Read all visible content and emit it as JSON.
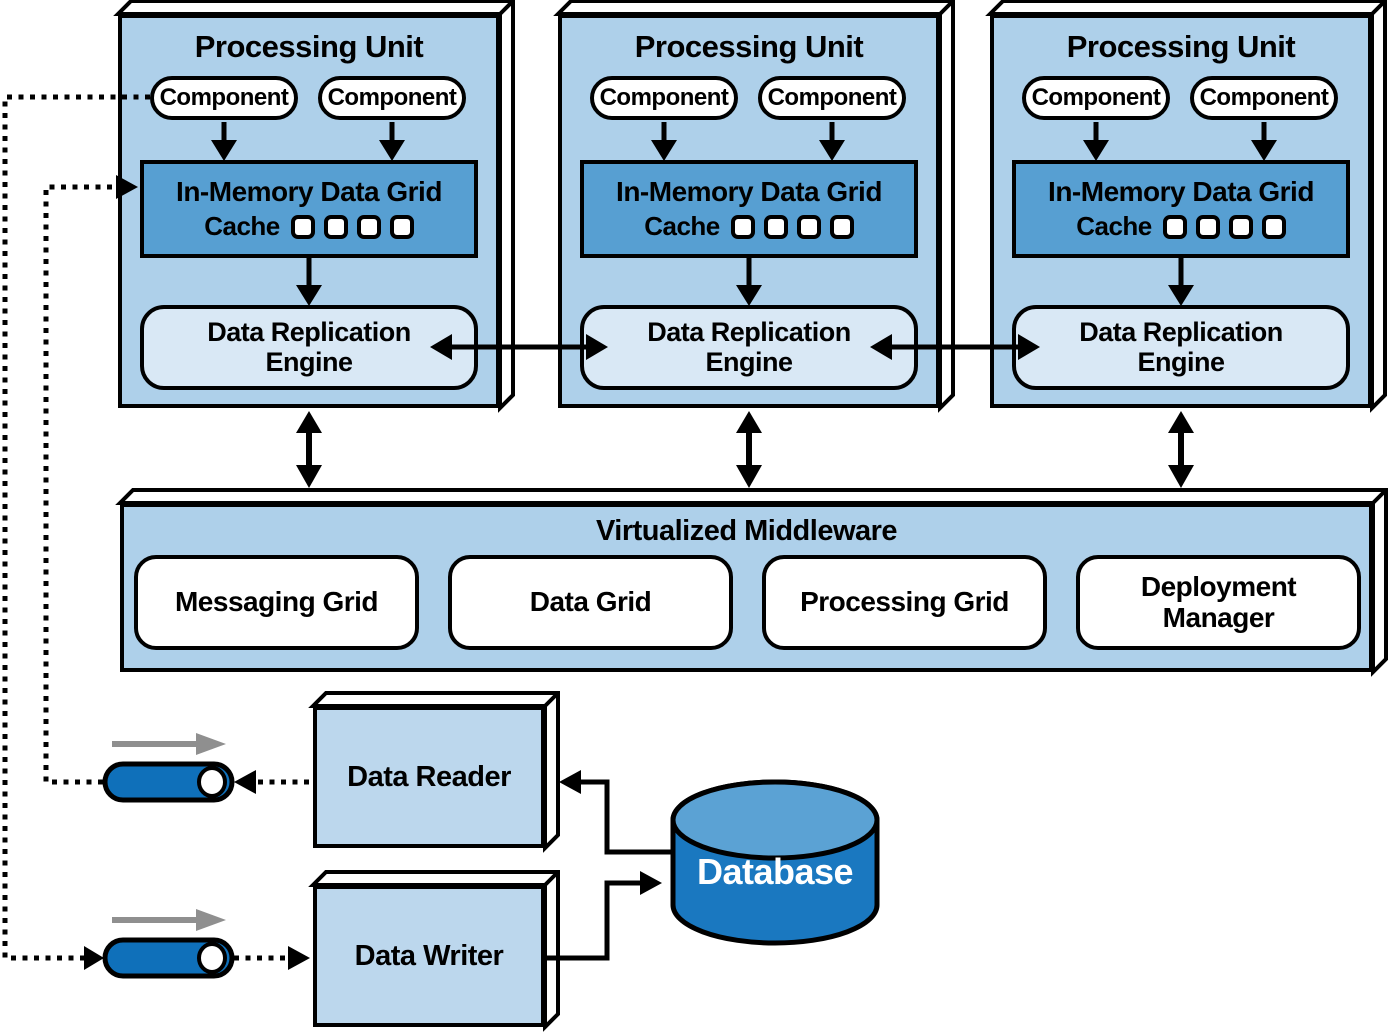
{
  "colors": {
    "light": "#aed0ea",
    "mid": "#579fd2",
    "pale": "#d9e8f5",
    "panel": "#bcd7ed",
    "pipe": "#0f70ba",
    "db-body": "#1a78c0",
    "db-top": "#5ba2d4",
    "arrow-gray": "#8f8f8f",
    "line-black": "#000000"
  },
  "processing_units": [
    {
      "title": "Processing Unit",
      "component_1": "Component",
      "component_2": "Component",
      "imdg_title": "In-Memory Data Grid",
      "cache_label": "Cache",
      "cache_slots": 4,
      "replication_engine": "Data Replication Engine"
    },
    {
      "title": "Processing Unit",
      "component_1": "Component",
      "component_2": "Component",
      "imdg_title": "In-Memory Data Grid",
      "cache_label": "Cache",
      "cache_slots": 4,
      "replication_engine": "Data Replication Engine"
    },
    {
      "title": "Processing Unit",
      "component_1": "Component",
      "component_2": "Component",
      "imdg_title": "In-Memory Data Grid",
      "cache_label": "Cache",
      "cache_slots": 4,
      "replication_engine": "Data Replication Engine"
    }
  ],
  "middleware": {
    "title": "Virtualized Middleware",
    "services": [
      "Messaging Grid",
      "Data Grid",
      "Processing Grid",
      "Deployment Manager"
    ]
  },
  "reader": {
    "label": "Data Reader"
  },
  "writer": {
    "label": "Data Writer"
  },
  "database": {
    "label": "Database"
  }
}
